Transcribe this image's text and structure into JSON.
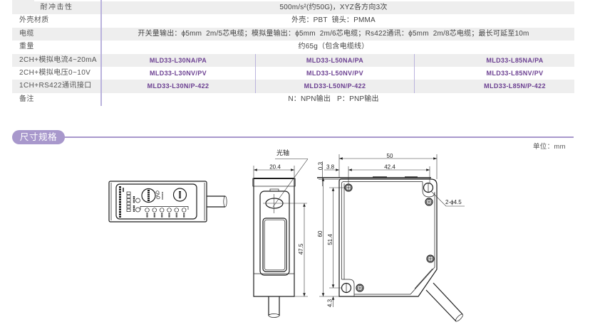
{
  "colors": {
    "accent": "#a898cc",
    "model_text": "#6b3f91",
    "row_shade": "#eeeeee",
    "divider": "#bab3dd"
  },
  "spec_table": {
    "rows": [
      {
        "label": "耐冲击性",
        "value": "500m/s²(约50G)，XYZ各方向3次"
      },
      {
        "label": "外壳材质",
        "value": "外壳：PBT  镜头：PMMA"
      },
      {
        "label": "电缆",
        "value": "开关量输出：ϕ5mm  2m/5芯电缆；模拟量输出：ϕ5mm  2m/6芯电缆；Rs422通讯：ϕ5mm  2m/8芯电缆；最长可延至10m"
      },
      {
        "label": "重量",
        "value": "约65g（包含电缆线）"
      }
    ],
    "model_rows": [
      {
        "label": "2CH+模拟电流4~20mA",
        "models": [
          "MLD33-L30NA/PA",
          "MLD33-L50NA/PA",
          "MLD33-L85NA/PA"
        ]
      },
      {
        "label": "2CH+模拟电压0~10V",
        "models": [
          "MLD33-L30NV/PV",
          "MLD33-L50NV/PV",
          "MLD33-L85NV/PV"
        ]
      },
      {
        "label": "1CH+RS422通讯接口",
        "models": [
          "MLD33-L30N/P-422",
          "MLD33-L50N/P-422",
          "MLD33-L85N/P-422"
        ]
      }
    ],
    "note": {
      "label": "备注",
      "value": "N：NPN输出   P：PNP输出"
    }
  },
  "section": {
    "title": "尺寸规格",
    "unit": "单位：mm"
  },
  "drawing": {
    "optical_axis_label": "光轴",
    "front_view": {
      "width": "20.4",
      "axis_height": "47.5"
    },
    "top_view": {
      "overall_width": "50",
      "hole_pitch_x": "42.4",
      "hole_offset_x": "3.8",
      "top_offset": "0.3",
      "overall_height": "60",
      "hole_pitch_y": "51.4",
      "hole_offset_y": "4.3",
      "hole_spec": "2-ϕ4.5"
    }
  }
}
